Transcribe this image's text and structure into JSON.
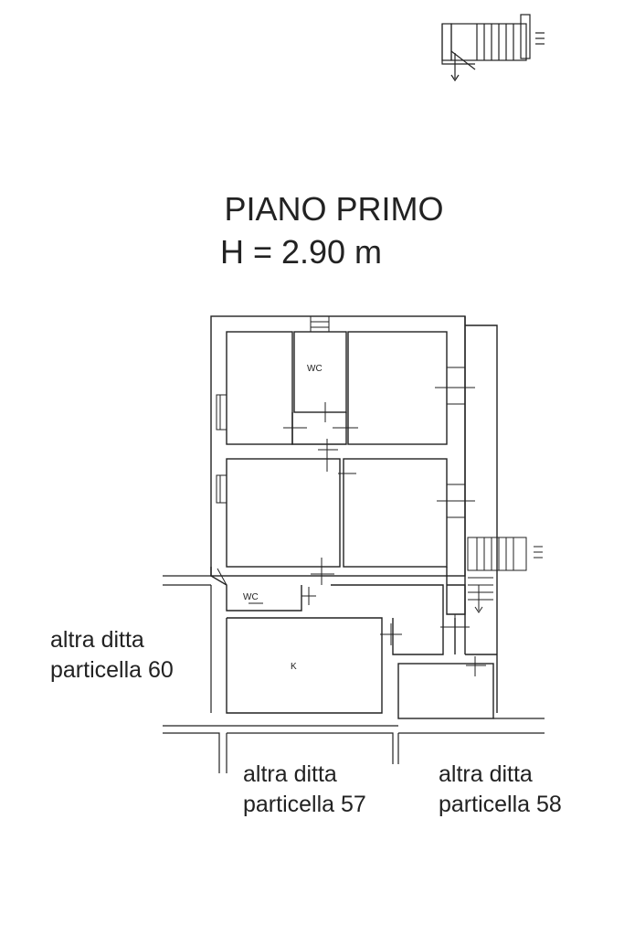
{
  "title": "PIANO PRIMO",
  "height_label": "H = 2.90 m",
  "rooms": {
    "wc_upper": "WC",
    "wc_lower": "WC",
    "kitchen": "K"
  },
  "neighbors": {
    "west_line1": "altra ditta",
    "west_line2": "particella 60",
    "south_a_line1": "altra ditta",
    "south_a_line2": "particella 57",
    "south_b_line1": "altra ditta",
    "south_b_line2": "particella 58"
  },
  "colors": {
    "ink": "#222222",
    "paper": "#ffffff"
  }
}
